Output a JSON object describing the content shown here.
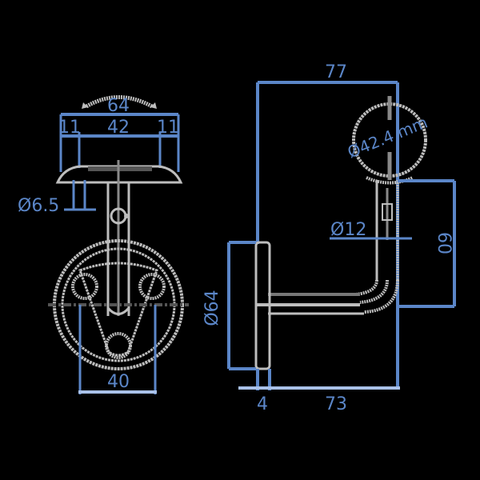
{
  "colors": {
    "background": "#000000",
    "dimension": "#5b86c8",
    "outline": "#bdbdbd",
    "outline_dark": "#8a8a8a"
  },
  "front_view": {
    "dim_top_total": "64",
    "dim_inner": "42",
    "dim_left_margin": "11",
    "dim_right_margin": "11",
    "dim_hole_dia": "Ø6.5",
    "dim_hole_spacing": "40"
  },
  "side_view": {
    "dim_total_width": "77",
    "dim_plate_dia": "Ø64",
    "dim_pin_dia": "Ø12",
    "dim_height": "60",
    "dim_plate_thickness": "4",
    "dim_arm_length": "73",
    "rail_label": "Ø42.4 mm"
  }
}
